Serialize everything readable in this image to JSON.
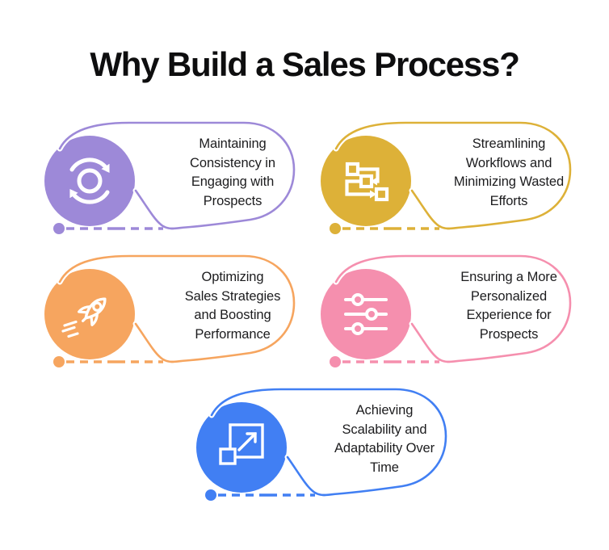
{
  "title": "Why Build a Sales Process?",
  "background_color": "#ffffff",
  "text_color": "#1c1c1e",
  "icon_stroke_color": "#ffffff",
  "cards": [
    {
      "name": "maintaining-consistency",
      "accent_color": "#9d89d8",
      "icon": "sync-icon",
      "lines": [
        "Maintaining",
        "Consistency in",
        "Engaging with",
        "Prospects"
      ]
    },
    {
      "name": "streamlining-workflows",
      "accent_color": "#ddb138",
      "icon": "workflow-icon",
      "lines": [
        "Streamlining",
        "Workflows and",
        "Minimizing Wasted",
        "Efforts"
      ]
    },
    {
      "name": "optimizing-strategies",
      "accent_color": "#f6a55f",
      "icon": "rocket-icon",
      "lines": [
        "Optimizing",
        "Sales Strategies",
        "and Boosting",
        "Performance"
      ]
    },
    {
      "name": "personalized-experience",
      "accent_color": "#f58fae",
      "icon": "sliders-icon",
      "lines": [
        "Ensuring a More",
        "Personalized",
        "Experience for",
        "Prospects"
      ]
    },
    {
      "name": "scalability-adaptability",
      "accent_color": "#417ff3",
      "icon": "expand-icon",
      "lines": [
        "Achieving",
        "Scalability and",
        "Adaptability Over",
        "Time"
      ]
    }
  ]
}
